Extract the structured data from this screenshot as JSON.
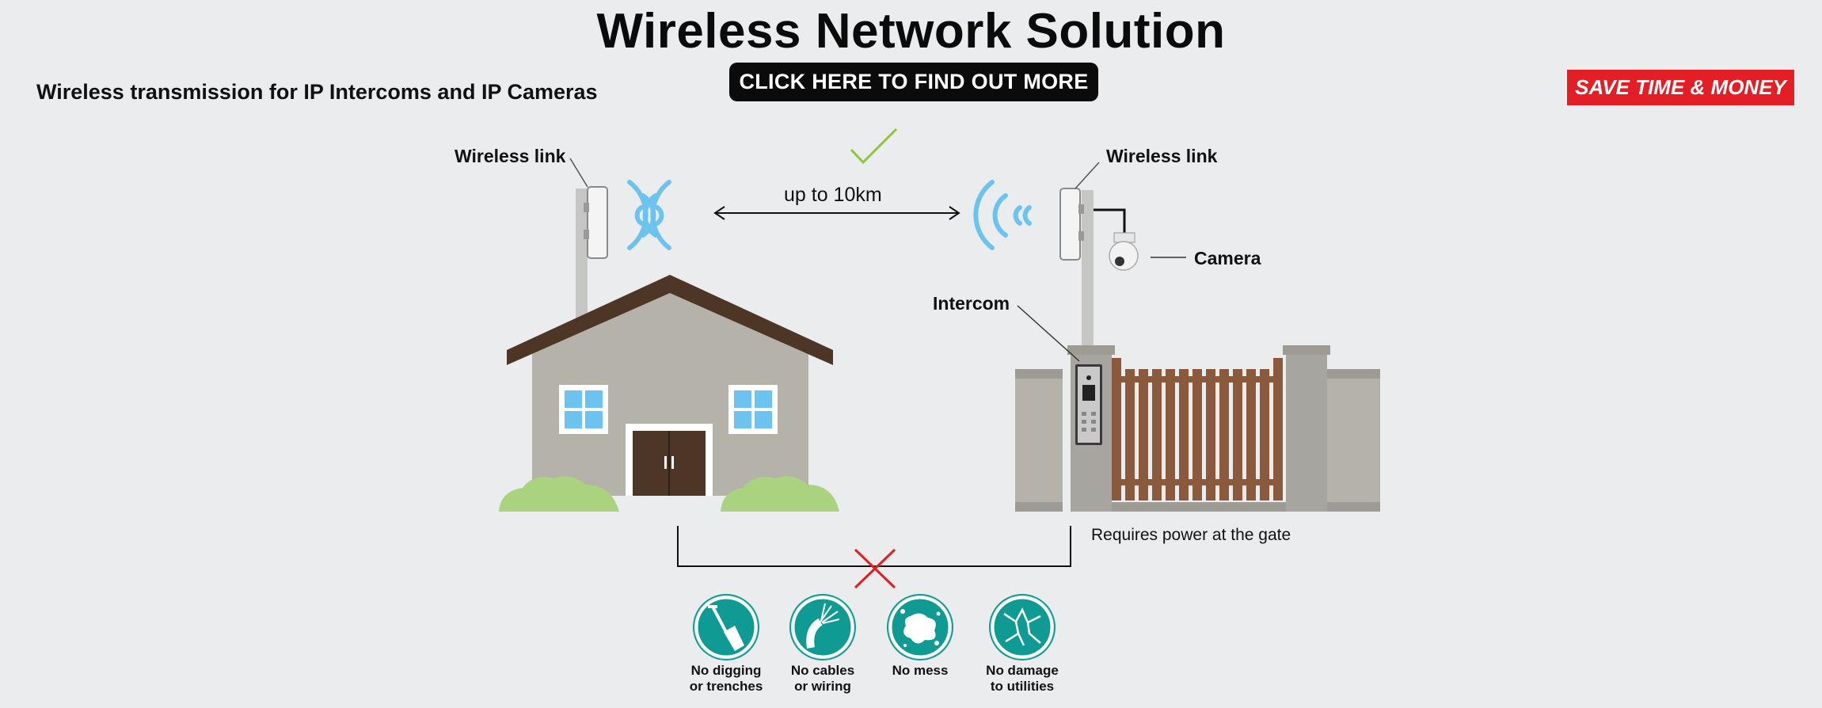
{
  "header": {
    "title": "Wireless Network Solution",
    "subtitle": "Wireless transmission for IP Intercoms and IP Cameras",
    "cta_label": "CLICK HERE TO FIND OUT MORE",
    "badge_label": "SAVE TIME & MONEY"
  },
  "diagram": {
    "left_link_label": "Wireless link",
    "right_link_label": "Wireless link",
    "distance_label": "up to 10km",
    "camera_label": "Camera",
    "intercom_label": "Intercom",
    "power_note": "Requires power at the gate"
  },
  "features": [
    {
      "icon": "shovel-icon",
      "line1": "No digging",
      "line2": "or trenches"
    },
    {
      "icon": "cable-icon",
      "line1": "No cables",
      "line2": "or wiring"
    },
    {
      "icon": "splat-icon",
      "line1": "No mess",
      "line2": ""
    },
    {
      "icon": "crack-icon",
      "line1": "No damage",
      "line2": "to utilities"
    }
  ],
  "colors": {
    "background": "#ebecee",
    "accent_red": "#e31e24",
    "wifi_blue": "#6cc3ef",
    "teal": "#0f9b93",
    "check_green": "#8cc63f",
    "roof_brown": "#4e3626",
    "gate_brown": "#8b5a3c"
  }
}
